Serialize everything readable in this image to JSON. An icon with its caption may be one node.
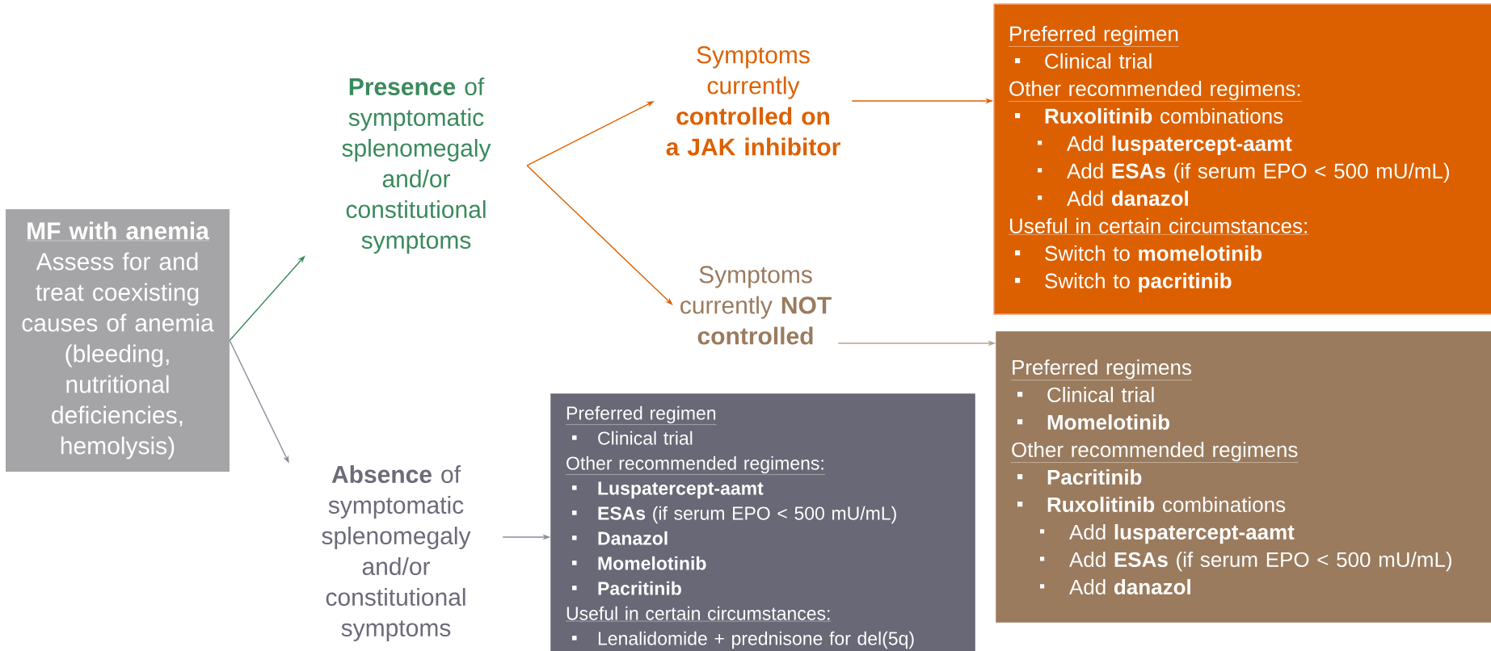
{
  "diagram": {
    "nodes": [
      {
        "text": [
          "MF with anemia",
          "Assess for and treat coexisting causes of anemia (bleeding, nutritional deficiencies, hemolysis)"
        ]
      },
      {
        "text": [
          "**Presence** of symptomatic splenomegaly and/or constitutional symptoms"
        ]
      },
      {
        "text": [
          "**Absence** of symptomatic splenomegaly and/or constitutional symptoms"
        ]
      },
      {
        "text": [
          "Symptoms currently **controlled on a JAK inhibitor**"
        ]
      },
      {
        "text": [
          "Symptoms currently **NOT controlled**"
        ]
      },
      {
        "text": [
          "Preferred regimen",
          "Clinical trial",
          "Other recommended regimens:",
          "**Ruxolitinib** combinations",
          "Add **luspatercept-aamt**",
          "Add **ESAs** (if serum EPO < 500 mU/mL)",
          "Add **danazol**",
          "Useful in certain circumstances:",
          "Switch to **momelotinib**",
          "Switch to **pacritinib**"
        ]
      },
      {
        "text": [
          "Preferred regimens",
          "Clinical trial",
          "Momelotinib",
          "Other recommended regimens",
          "Pacritinib",
          "**Ruxolitinib** combinations",
          "Add **luspatercept-aamt**",
          "Add **ESAs** (if serum EPO < 500 mU/mL)",
          "Add **danazol**"
        ]
      },
      {
        "text": [
          "Preferred regimen",
          "Clinical trial",
          "Other recommended regimens:",
          "Luspatercept-aamt",
          "**ESAs** (if serum EPO < 500 mU/mL)",
          "Danazol",
          "Momelotinib",
          "Pacritinib",
          "Useful in certain circumstances:",
          "Lenalidomide + prednisone for del(5q)"
        ]
      }
    ],
    "edges": [
      {
        "from": 0,
        "to": 1,
        "arrow": "to",
        "color": "#3a8a5c"
      },
      {
        "from": 0,
        "to": 2,
        "arrow": "to",
        "color": "#8a8a9c"
      },
      {
        "from": 1,
        "to": 3,
        "arrow": "to",
        "color": "#dd6000"
      },
      {
        "from": 1,
        "to": 4,
        "arrow": "to",
        "color": "#dd6000"
      },
      {
        "from": 3,
        "to": 5,
        "arrow": "to",
        "color": "#dd6000"
      },
      {
        "from": 4,
        "to": 6,
        "arrow": "to",
        "color": "#b8a08a"
      },
      {
        "from": 2,
        "to": 7,
        "arrow": "to",
        "color": "#8a8a9c"
      }
    ]
  }
}
